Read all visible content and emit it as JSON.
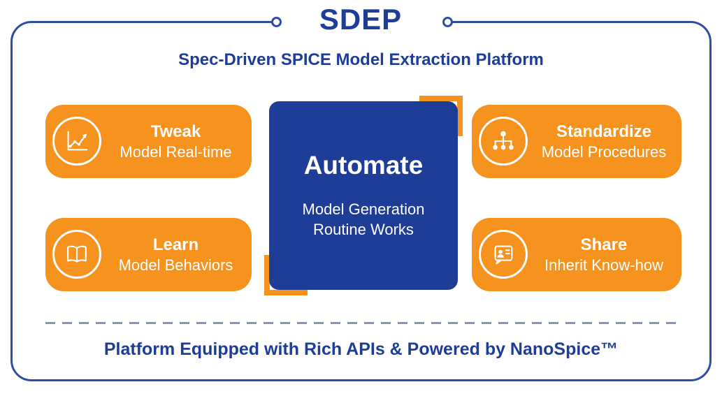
{
  "colors": {
    "blue": "#1e3d96",
    "frame_border_blue": "#2d4fa2",
    "orange": "#f6921e",
    "dash_gray_blue": "#8497bd",
    "background": "#ffffff"
  },
  "header": {
    "title": "SDEP",
    "subtitle": "Spec-Driven SPICE Model Extraction Platform"
  },
  "center_card": {
    "title": "Automate",
    "subtitle_line1": "Model Generation",
    "subtitle_line2": "Routine Works"
  },
  "feature_cards": [
    {
      "title": "Tweak",
      "subtitle": "Model Real-time",
      "icon": "line-chart-icon"
    },
    {
      "title": "Learn",
      "subtitle": "Model Behaviors",
      "icon": "open-book-icon"
    },
    {
      "title": "Standardize",
      "subtitle": "Model Procedures",
      "icon": "org-chart-icon"
    },
    {
      "title": "Share",
      "subtitle": "Inherit Know-how",
      "icon": "person-document-icon"
    }
  ],
  "footer": {
    "text": "Platform Equipped with Rich APIs & Powered by NanoSpice™"
  }
}
